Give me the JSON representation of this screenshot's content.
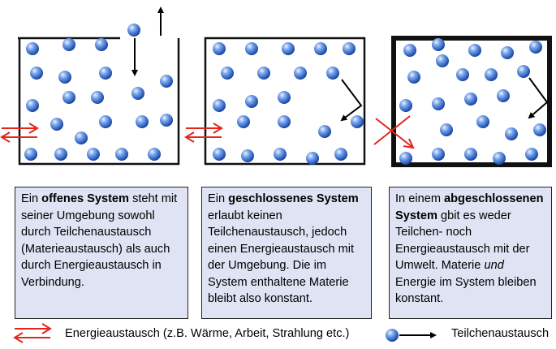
{
  "open_system": {
    "pre": "Ein ",
    "bold": "offenes System",
    "post": " steht mit seiner Umgebung sowohl durch Teilchenaustausch (Materieaustausch) als auch durch Energieaustausch in Verbindung."
  },
  "closed_system": {
    "pre": "Ein ",
    "bold": "geschlossenes System",
    "post": " erlaubt keinen Teilchenaustausch, jedoch einen Energieaustausch mit der Umgebung. Die im System enthaltene Materie bleibt also konstant."
  },
  "isolated_system": {
    "pre": "In einem ",
    "bold": "abgeschlossenen System",
    "post_a": " gbit es weder Teilchen- noch Energieaustausch mit der Umwelt. Materie ",
    "em": "und",
    "post_b": " Energie im System bleiben konstant."
  },
  "legend": {
    "energy": "Energieaustausch (z.B. Wärme, Arbeit, Strahlung etc.)",
    "particle": "Teilchenaustausch"
  },
  "colors": {
    "energy_arrow": "#e3251c",
    "particle": "#4a7fd6",
    "text_box": "#dfe3f3"
  }
}
